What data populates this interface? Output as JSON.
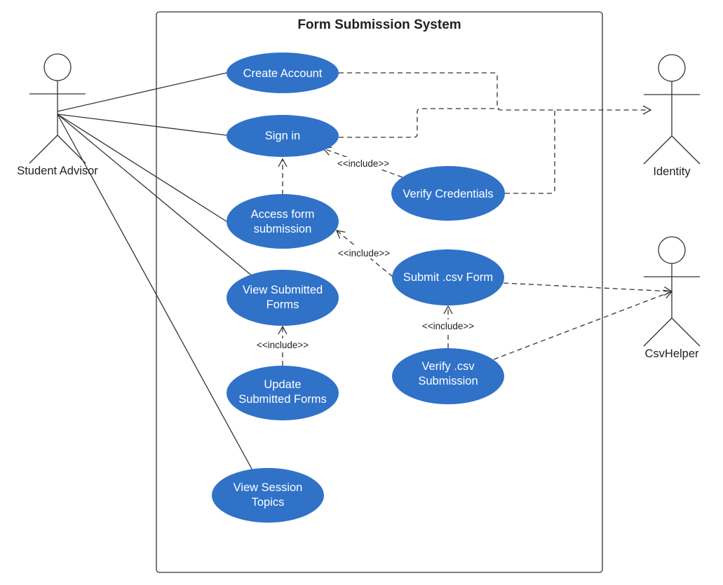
{
  "diagram": {
    "system_title": "Form Submission System",
    "actors": [
      {
        "id": "student-advisor",
        "label": "Student Advisor"
      },
      {
        "id": "identity",
        "label": "Identity"
      },
      {
        "id": "csvhelper",
        "label": "CsvHelper"
      }
    ],
    "use_cases": [
      {
        "id": "create-account",
        "lines": [
          "Create Account"
        ]
      },
      {
        "id": "sign-in",
        "lines": [
          "Sign in"
        ]
      },
      {
        "id": "access-form-submission",
        "lines": [
          "Access form",
          "submission"
        ]
      },
      {
        "id": "view-submitted-forms",
        "lines": [
          "View Submitted",
          "Forms"
        ]
      },
      {
        "id": "update-submitted-forms",
        "lines": [
          "Update",
          "Submitted Forms"
        ]
      },
      {
        "id": "view-session-topics",
        "lines": [
          "View Session",
          "Topics"
        ]
      },
      {
        "id": "verify-credentials",
        "lines": [
          "Verify Credentials"
        ]
      },
      {
        "id": "submit-csv-form",
        "lines": [
          "Submit .csv Form"
        ]
      },
      {
        "id": "verify-csv-submission",
        "lines": [
          "Verify .csv",
          "Submission"
        ]
      }
    ],
    "include_label": "<<include>>",
    "colors": {
      "use_case_fill": "#2f72c8",
      "line": "#333333",
      "background": "#ffffff"
    }
  }
}
